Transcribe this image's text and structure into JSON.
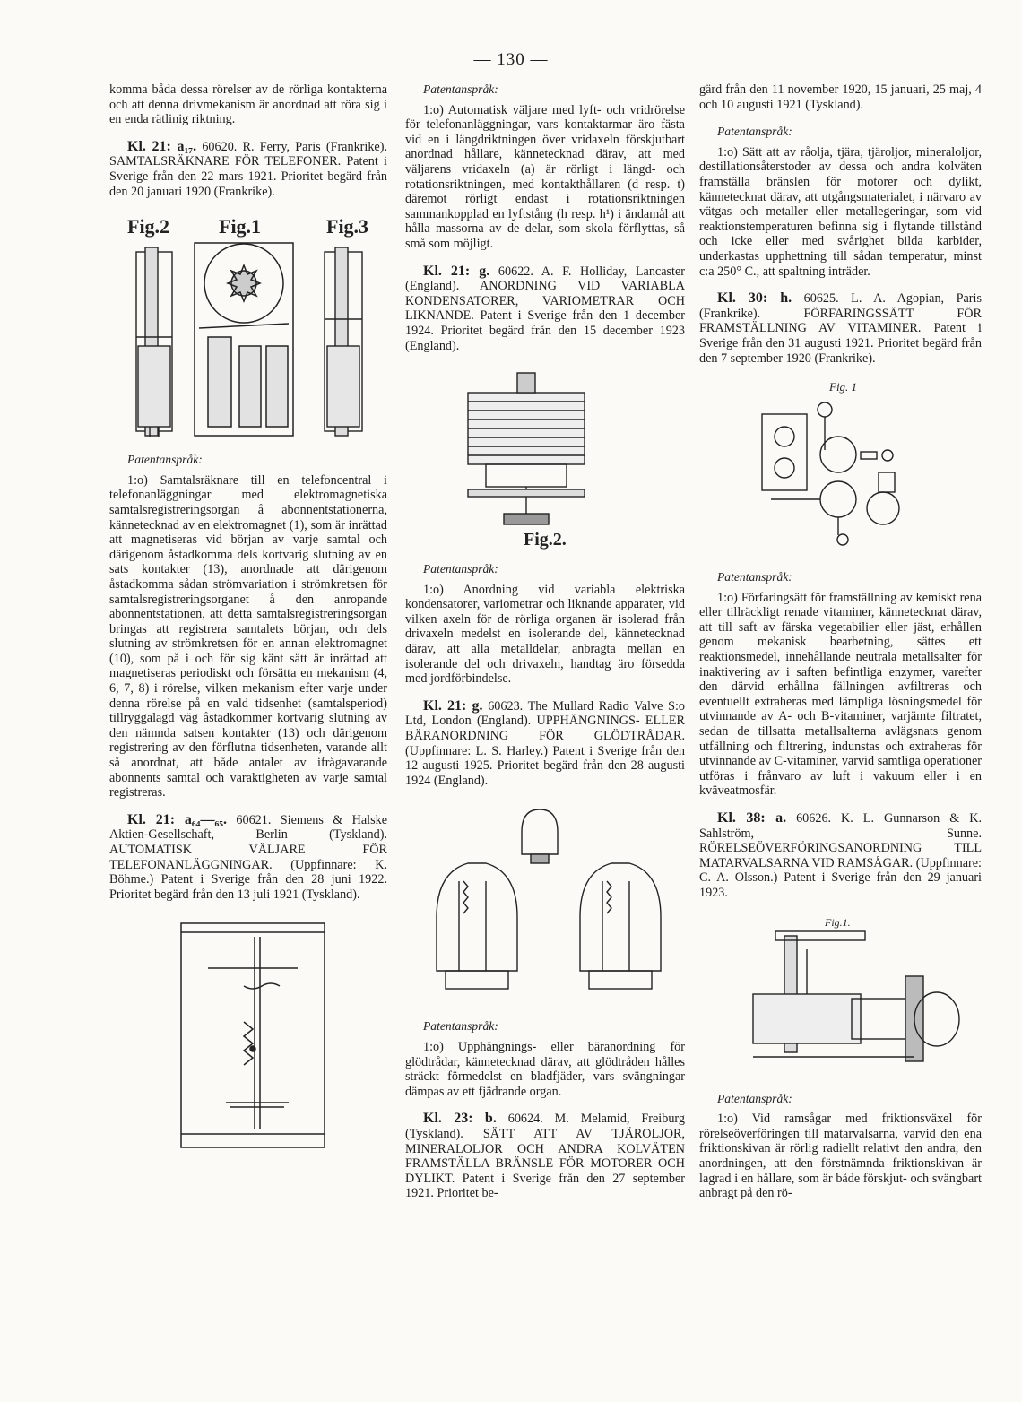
{
  "page_number": "— 130 —",
  "col1": {
    "para0": "komma båda dessa rörelser av de rörliga kontakterna och att denna drivmekanism är anordnad att röra sig i en enda rätlinig riktning.",
    "e1_kl": "Kl. 21: a₁₇.",
    "e1_text": "60620. R. Ferry, Paris (Frankrike). SAMTALSRÄKNARE FÖR TELEFONER. Patent i Sverige från den 22 mars 1921. Prioritet begärd från den 20 januari 1920 (Frankrike).",
    "e1_fig": {
      "fig2": "Fig.2",
      "fig1": "Fig.1",
      "fig3": "Fig.3"
    },
    "e1_claim_head": "Patentanspråk:",
    "e1_claim": "1:o) Samtalsräknare till en telefoncentral i telefonanläggningar med elektromagnetiska samtalsregistreringsorgan å abonnentstationerna, kännetecknad av en elektromagnet (1), som är inrättad att magnetiseras vid början av varje samtal och därigenom åstadkomma dels kortvarig slutning av en sats kontakter (13), anordnade att därigenom åstadkomma sådan strömvariation i strömkretsen för samtalsregistreringsorganet å den anropande abonnentstationen, att detta samtalsregistreringsorgan bringas att registrera samtalets början, och dels slutning av strömkretsen för en annan elektromagnet (10), som på i och för sig känt sätt är inrättad att magnetiseras periodiskt och försätta en mekanism (4, 6, 7, 8) i rörelse, vilken mekanism efter varje under denna rörelse på en vald tidsenhet (samtalsperiod) tillryggalagd väg åstadkommer kortvarig slutning av den nämnda satsen kontakter (13) och därigenom registrering av den förflutna tidsenheten, varande allt så anordnat, att både antalet av ifrågavarande abonnents samtal och varaktigheten av varje samtal registreras.",
    "e2_kl": "Kl. 21: a₆₄—₆₅.",
    "e2_text": "60621. Siemens & Halske Aktien-Gesellschaft, Berlin (Tyskland). AUTOMATISK VÄLJARE FÖR TELEFONANLÄGGNINGAR. (Uppfinnare: K. Böhme.) Patent i Sverige från den 28 juni 1922. Prioritet begärd från den 13 juli 1921 (Tyskland)."
  },
  "col2": {
    "c1_claim_head": "Patentanspråk:",
    "c1_claim": "1:o) Automatisk väljare med lyft- och vridrörelse för telefonanläggningar, vars kontaktarmar äro fästa vid en i längdriktningen över vridaxeln förskjutbart anordnad hållare, kännetecknad därav, att med väljarens vridaxeln (a) är rörligt i längd- och rotationsriktningen, med kontakthållaren (d resp. t) däremot rörligt endast i rotationsriktningen sammankopplad en lyftstång (h resp. h¹) i ändamål att hålla massorna av de delar, som skola förflyttas, så små som möjligt.",
    "e3_kl": "Kl. 21: g.",
    "e3_text": "60622. A. F. Holliday, Lancaster (England). ANORDNING VID VARIABLA KONDENSATORER, VARIOMETRAR OCH LIKNANDE. Patent i Sverige från den 1 december 1924. Prioritet begärd från den 15 december 1923 (England).",
    "e3_fig": "Fig.2.",
    "e3_claim_head": "Patentanspråk:",
    "e3_claim": "1:o) Anordning vid variabla elektriska kondensatorer, variometrar och liknande apparater, vid vilken axeln för de rörliga organen är isolerad från drivaxeln medelst en isolerande del, kännetecknad därav, att alla metalldelar, anbragta mellan en isolerande del och drivaxeln, handtag äro försedda med jordförbindelse.",
    "e4_kl": "Kl. 21: g.",
    "e4_text": "60623. The Mullard Radio Valve S:o Ltd, London (England). UPPHÄNGNINGS- ELLER BÄRANORDNING FÖR GLÖDTRÅDAR. (Uppfinnare: L. S. Harley.) Patent i Sverige från den 12 augusti 1925. Prioritet begärd från den 28 augusti 1924 (England).",
    "e4_claim_head": "Patentanspråk:",
    "e4_claim": "1:o) Upphängnings- eller bäranordning för glödtrådar, kännetecknad därav, att glödtråden hålles sträckt förmedelst en bladfjäder, vars svängningar dämpas av ett fjädrande organ.",
    "e5_kl": "Kl. 23: b.",
    "e5_text": "60624. M. Melamid, Freiburg (Tyskland). SÄTT ATT AV TJÄROLJOR, MINERALOLJOR OCH ANDRA KOLVÄTEN FRAMSTÄLLA BRÄNSLE FÖR MOTORER OCH DYLIKT. Patent i Sverige från den 27 september 1921. Prioritet be-"
  },
  "col3": {
    "para0": "gärd från den 11 november 1920, 15 januari, 25 maj, 4 och 10 augusti 1921 (Tyskland).",
    "c5_claim_head": "Patentanspråk:",
    "c5_claim": "1:o) Sätt att av råolja, tjära, tjäroljor, mineraloljor, destillationsåterstoder av dessa och andra kolväten framställa bränslen för motorer och dylikt, kännetecknat därav, att utgångsmaterialet, i närvaro av vätgas och metaller eller metallegeringar, som vid reaktionstemperaturen befinna sig i flytande tillstånd och icke eller med svårighet bilda karbider, underkastas upphettning till sådan temperatur, minst c:a 250° C., att spaltning inträder.",
    "e6_kl": "Kl. 30: h.",
    "e6_text": "60625. L. A. Agopian, Paris (Frankrike). FÖRFARINGSSÄTT FÖR FRAMSTÄLLNING AV VITAMINER. Patent i Sverige från den 31 augusti 1921. Prioritet begärd från den 7 september 1920 (Frankrike).",
    "e6_fig": "Fig. 1",
    "e6_claim_head": "Patentanspråk:",
    "e6_claim": "1:o) Förfaringsätt för framställning av kemiskt rena eller tillräckligt renade vitaminer, kännetecknat därav, att till saft av färska vegetabilier eller jäst, erhållen genom mekanisk bearbetning, sättes ett reaktionsmedel, innehållande neutrala metallsalter för inaktivering av i saften befintliga enzymer, varefter den därvid erhållna fällningen avfiltreras och eventuellt extraheras med lämpliga lösningsmedel för utvinnande av A- och B-vitaminer, varjämte filtratet, sedan de tillsatta metallsalterna avlägsnats genom utfällning och filtrering, indunstas och extraheras för utvinnande av C-vitaminer, varvid samtliga operationer utföras i frånvaro av luft i vakuum eller i en kväveatmosfär.",
    "e7_kl": "Kl. 38: a.",
    "e7_text": "60626. K. L. Gunnarson & K. Sahlström, Sunne. RÖRELSEÖVERFÖRINGSANORDNING TILL MATARVALSARNA VID RAMSÅGAR. (Uppfinnare: C. A. Olsson.) Patent i Sverige från den 29 januari 1923.",
    "e7_fig": "Fig.1.",
    "e7_claim_head": "Patentanspråk:",
    "e7_claim": "1:o) Vid ramsågar med friktionsväxel för rörelseöverföringen till matarvalsarna, varvid den ena friktionskivan är rörlig radiellt relativt den andra, den anordningen, att den förstnämnda friktionskivan är lagrad i en hållare, som är både förskjut- och svängbart anbragt på den rö-"
  }
}
